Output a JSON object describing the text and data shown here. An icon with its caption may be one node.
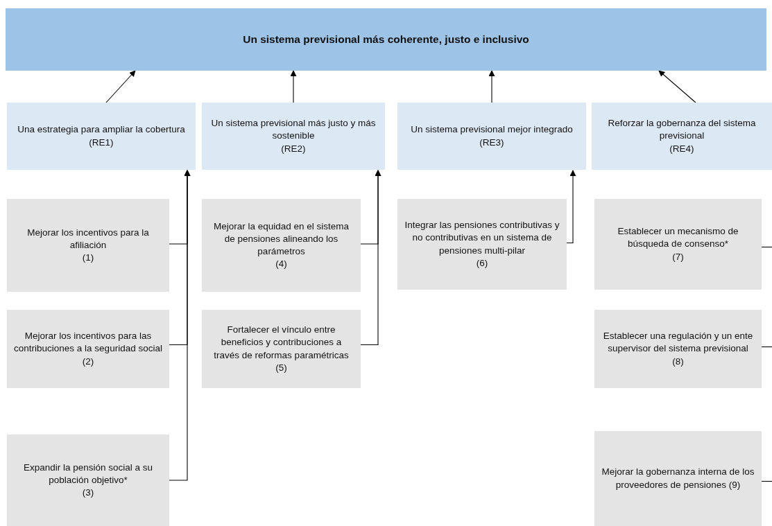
{
  "diagram": {
    "nodes": [
      {
        "text": [
          "Un sistema previsional más coherente, justo e inclusivo"
        ]
      },
      {
        "text": [
          "Una estrategia para ampliar la cobertura",
          "(RE1)"
        ]
      },
      {
        "text": [
          "Un sistema previsional más justo y más sostenible",
          "(RE2)"
        ]
      },
      {
        "text": [
          "Un sistema previsional mejor integrado",
          "(RE3)"
        ]
      },
      {
        "text": [
          "Reforzar la gobernanza del sistema previsional",
          "(RE4)"
        ]
      },
      {
        "text": [
          "Mejorar los incentivos para la afiliación",
          "(1)"
        ]
      },
      {
        "text": [
          "Mejorar los incentivos para las contribuciones a la seguridad social",
          "(2)"
        ]
      },
      {
        "text": [
          "Expandir la pensión social a su población objetivo*",
          "(3)"
        ]
      },
      {
        "text": [
          "Mejorar la equidad en el sistema de pensiones alineando los parámetros",
          "(4)"
        ]
      },
      {
        "text": [
          "Fortalecer el vínculo entre beneficios y contribuciones a través de reformas paramétricas",
          "(5)"
        ]
      },
      {
        "text": [
          "Integrar las pensiones contributivas y no contributivas en un sistema de pensiones multi-pilar",
          "(6)"
        ]
      },
      {
        "text": [
          "Establecer un mecanismo de búsqueda de consenso*",
          "(7)"
        ]
      },
      {
        "text": [
          "Establecer una regulación y un ente supervisor del sistema previsional",
          "(8)"
        ]
      },
      {
        "text": [
          "Mejorar la gobernanza interna de los proveedores de pensiones (9)"
        ]
      }
    ],
    "edges": [
      {
        "from": 1,
        "to": 0,
        "arrow": "to"
      },
      {
        "from": 2,
        "to": 0,
        "arrow": "to"
      },
      {
        "from": 3,
        "to": 0,
        "arrow": "to"
      },
      {
        "from": 4,
        "to": 0,
        "arrow": "to"
      },
      {
        "from": 5,
        "to": 1,
        "arrow": "to"
      },
      {
        "from": 6,
        "to": 1,
        "arrow": "to"
      },
      {
        "from": 7,
        "to": 1,
        "arrow": "to"
      },
      {
        "from": 8,
        "to": 2,
        "arrow": "to"
      },
      {
        "from": 9,
        "to": 2,
        "arrow": "to"
      },
      {
        "from": 10,
        "to": 3,
        "arrow": "to"
      },
      {
        "from": 11,
        "to": null,
        "arrow": "none"
      },
      {
        "from": 12,
        "to": null,
        "arrow": "none"
      },
      {
        "from": 13,
        "to": null,
        "arrow": "none"
      }
    ]
  }
}
